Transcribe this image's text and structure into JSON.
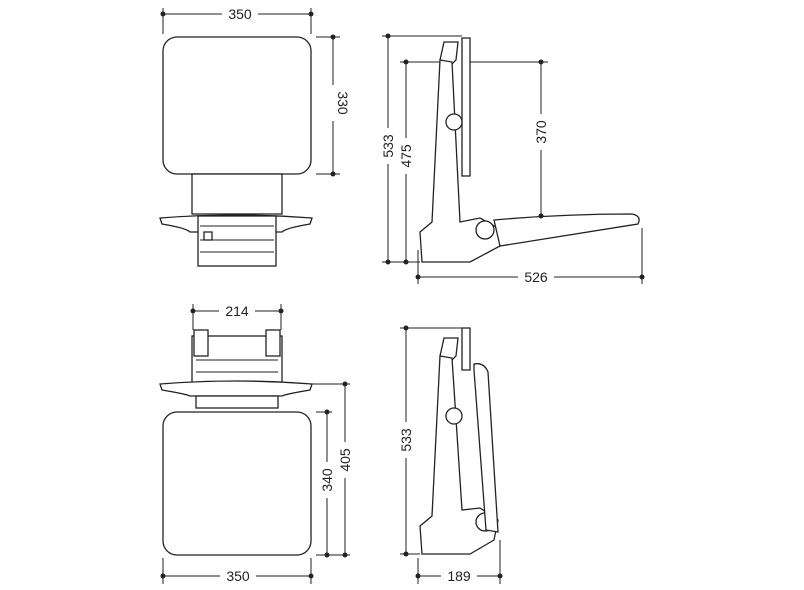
{
  "dimensions": {
    "front_width_top": "350",
    "front_height_seat": "330",
    "side_total_height_top": "533",
    "side_height_top": "475",
    "side_upper_height": "370",
    "side_depth": "526",
    "bracket_width": "214",
    "seat_depth_inner": "340",
    "seat_depth_outer": "405",
    "front_width_bottom": "350",
    "side_total_height_bottom": "533",
    "folded_depth": "189"
  },
  "colors": {
    "line": "#222222",
    "background": "#ffffff"
  }
}
